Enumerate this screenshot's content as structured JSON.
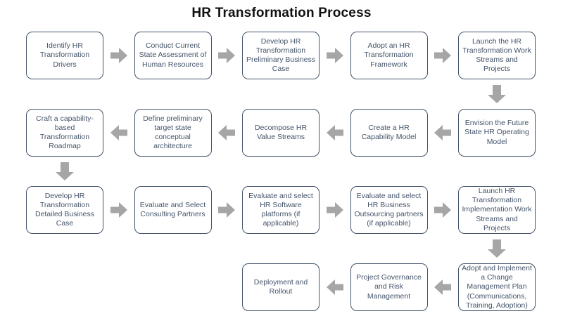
{
  "title": "HR Transformation Process",
  "colors": {
    "background": "#FFFFFF",
    "title_text": "#111111",
    "box_border": "#44546A",
    "box_text": "#44546A",
    "arrow_fill": "#A6A6A6"
  },
  "flow": {
    "rows": [
      {
        "direction": "right",
        "align": "left",
        "steps": [
          "Identify HR Transformation Drivers",
          "Conduct Current State Assessment of Human Resources",
          "Develop HR Transformation Preliminary Business Case",
          "Adopt an HR Transformation Framework",
          "Launch the HR Transformation Work Streams and Projects"
        ]
      },
      {
        "direction": "left",
        "align": "left",
        "steps": [
          "Craft a capability-based Transformation Roadmap",
          "Define preliminary target state conceptual architecture",
          "Decompose HR Value Streams",
          "Create a HR Capability Model",
          "Envision the Future State HR Operating Model"
        ]
      },
      {
        "direction": "right",
        "align": "left",
        "steps": [
          "Develop HR Transformation Detailed Business Case",
          "Evaluate and Select Consulting Partners",
          "Evaluate and select HR Software platforms (if applicable)",
          "Evaluate and select HR Business Outsourcing partners (if applicable)",
          "Launch HR Transformation Implementation Work Streams and Projects"
        ]
      },
      {
        "direction": "left",
        "align": "right",
        "steps": [
          "Deployment and Rollout",
          "Project Governance and Risk Management",
          "Adopt and Implement a Change Management Plan (Communications, Training, Adoption)"
        ]
      }
    ],
    "row_connectors": [
      {
        "from_row": 1,
        "to_row": 2,
        "column": "right"
      },
      {
        "from_row": 2,
        "to_row": 3,
        "column": "left"
      },
      {
        "from_row": 3,
        "to_row": 4,
        "column": "right"
      }
    ]
  }
}
